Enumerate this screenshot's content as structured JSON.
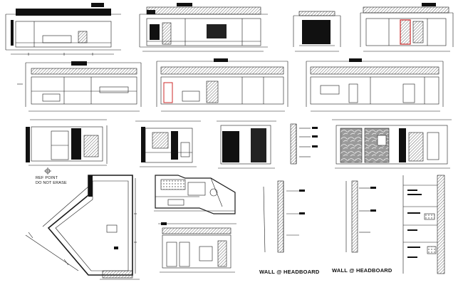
{
  "sheet": {
    "ref_point_line1": "REF POINT",
    "ref_point_line2": "DO NOT ERASE",
    "caption_left": "WALL @ HEADBOARD",
    "caption_right": "WALL @ HEADBOARD"
  },
  "colors": {
    "line": "#1a1a1a",
    "hatch": "#555555",
    "accent": "#cc2a2a",
    "paper": "#ffffff"
  },
  "icons": {
    "ref_marker": "crosshair-circle-icon"
  }
}
